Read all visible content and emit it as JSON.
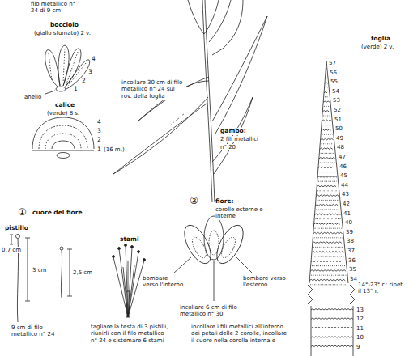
{
  "diagram": {
    "labels": [
      "filo metallico n° 24 di 9 cm",
      "bocciolo",
      "(giallo sfumato) 2 v.",
      "4",
      "3",
      "2",
      "1",
      "anello",
      "calice",
      "(verde) 8 s.",
      "4",
      "3",
      "2",
      "1",
      "(16 m.)",
      "gambo:",
      "2 fili metallici",
      "n° 20",
      "incollare 30 cm di filo metallico n° 24 sul rov. della foglia",
      "foglia",
      "(verde) 2 v.",
      "57",
      "56",
      "55",
      "54",
      "53",
      "52",
      "51",
      "50",
      "49",
      "48",
      "47",
      "46",
      "45",
      "44",
      "43",
      "42",
      "41",
      "40",
      "39",
      "38",
      "37",
      "36",
      "35",
      "34",
      "14°-23° r.: ripet. il 13° r.",
      "13",
      "12",
      "11",
      "10",
      "9",
      "①",
      "cuore del fiore",
      "pistillo",
      "0,7 cm",
      "3 cm",
      "2,5 cm",
      "9 cm di filo metallico n° 24",
      "stami",
      "tagliare la testa di 3 pistilli, riunirli con il filo metallico n° 24 e sistemare 6 stami",
      "②",
      "fiore:",
      "corolle esterne e interne",
      "bombare verso l'interno",
      "bombare verso l'esterno",
      "incollare 6 cm di filo metallico n° 30",
      "incollare i fili metallici all'interno dei petali delle 2 corolle, incollare il cuore nella corolla interna e"
    ]
  }
}
